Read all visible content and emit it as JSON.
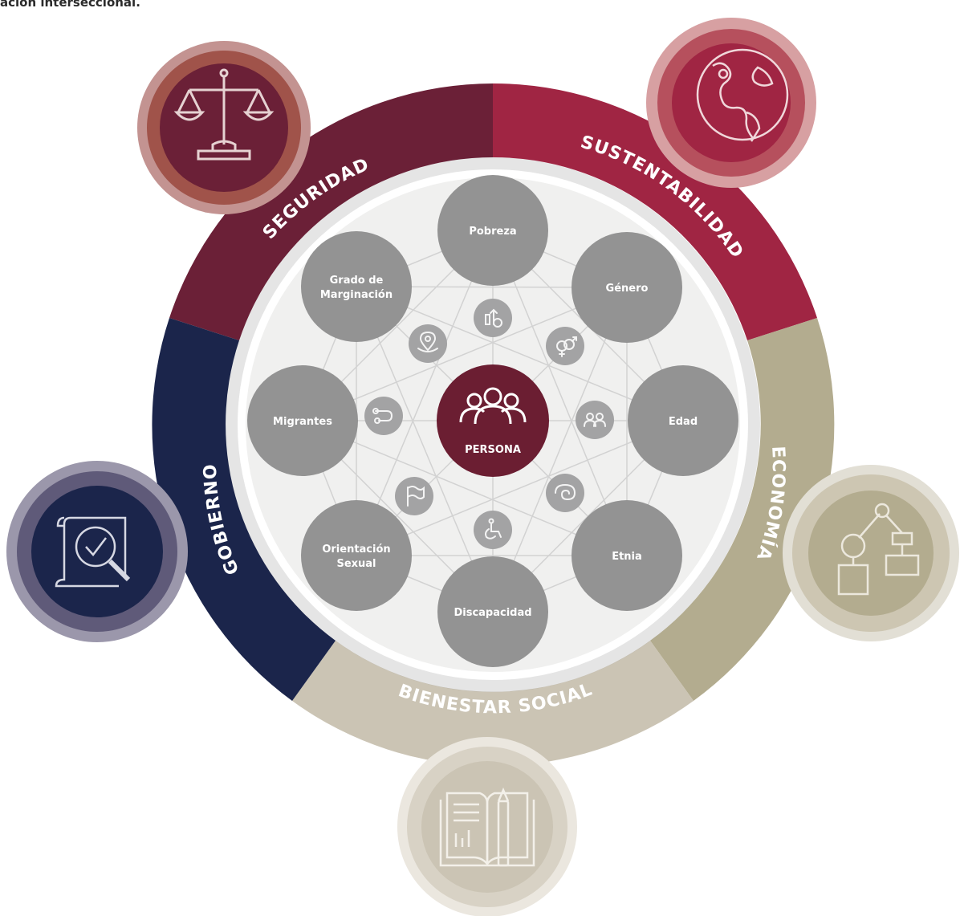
{
  "caption": "ación interseccional.",
  "center": {
    "label": "PERSONA",
    "icon": "people-group-icon",
    "color": "#6b1e32"
  },
  "domains": [
    {
      "key": "seguridad",
      "label": "SEGURIDAD",
      "icon": "scales-icon",
      "color": "#6b2037"
    },
    {
      "key": "sustentabilidad",
      "label": "SUSTENTABILIDAD",
      "icon": "globe-icon",
      "color": "#a02543"
    },
    {
      "key": "economia",
      "label": "ECONOMÍA",
      "icon": "robot-arm-icon",
      "color": "#b3ac8f"
    },
    {
      "key": "bienestar",
      "label": "BIENESTAR SOCIAL",
      "icon": "open-book-icon",
      "color": "#cbc4b4"
    },
    {
      "key": "gobierno",
      "label": "GOBIERNO",
      "icon": "document-search-icon",
      "color": "#1b254b"
    }
  ],
  "factors": [
    {
      "key": "pobreza",
      "label": [
        "Pobreza"
      ]
    },
    {
      "key": "genero",
      "label": [
        "Género"
      ]
    },
    {
      "key": "edad",
      "label": [
        "Edad"
      ]
    },
    {
      "key": "etnia",
      "label": [
        "Etnia"
      ]
    },
    {
      "key": "discapacidad",
      "label": [
        "Discapacidad"
      ]
    },
    {
      "key": "orientacion",
      "label": [
        "Orientación",
        "Sexual"
      ]
    },
    {
      "key": "migrantes",
      "label": [
        "Migrantes"
      ]
    },
    {
      "key": "marginacion",
      "label": [
        "Grado de",
        "Marginación"
      ]
    }
  ],
  "small_icons": [
    "money-growth-icon",
    "gender-symbols-icon",
    "group-icon",
    "spiral-icon",
    "wheelchair-icon",
    "flag-icon",
    "route-icon",
    "location-pin-icon"
  ]
}
